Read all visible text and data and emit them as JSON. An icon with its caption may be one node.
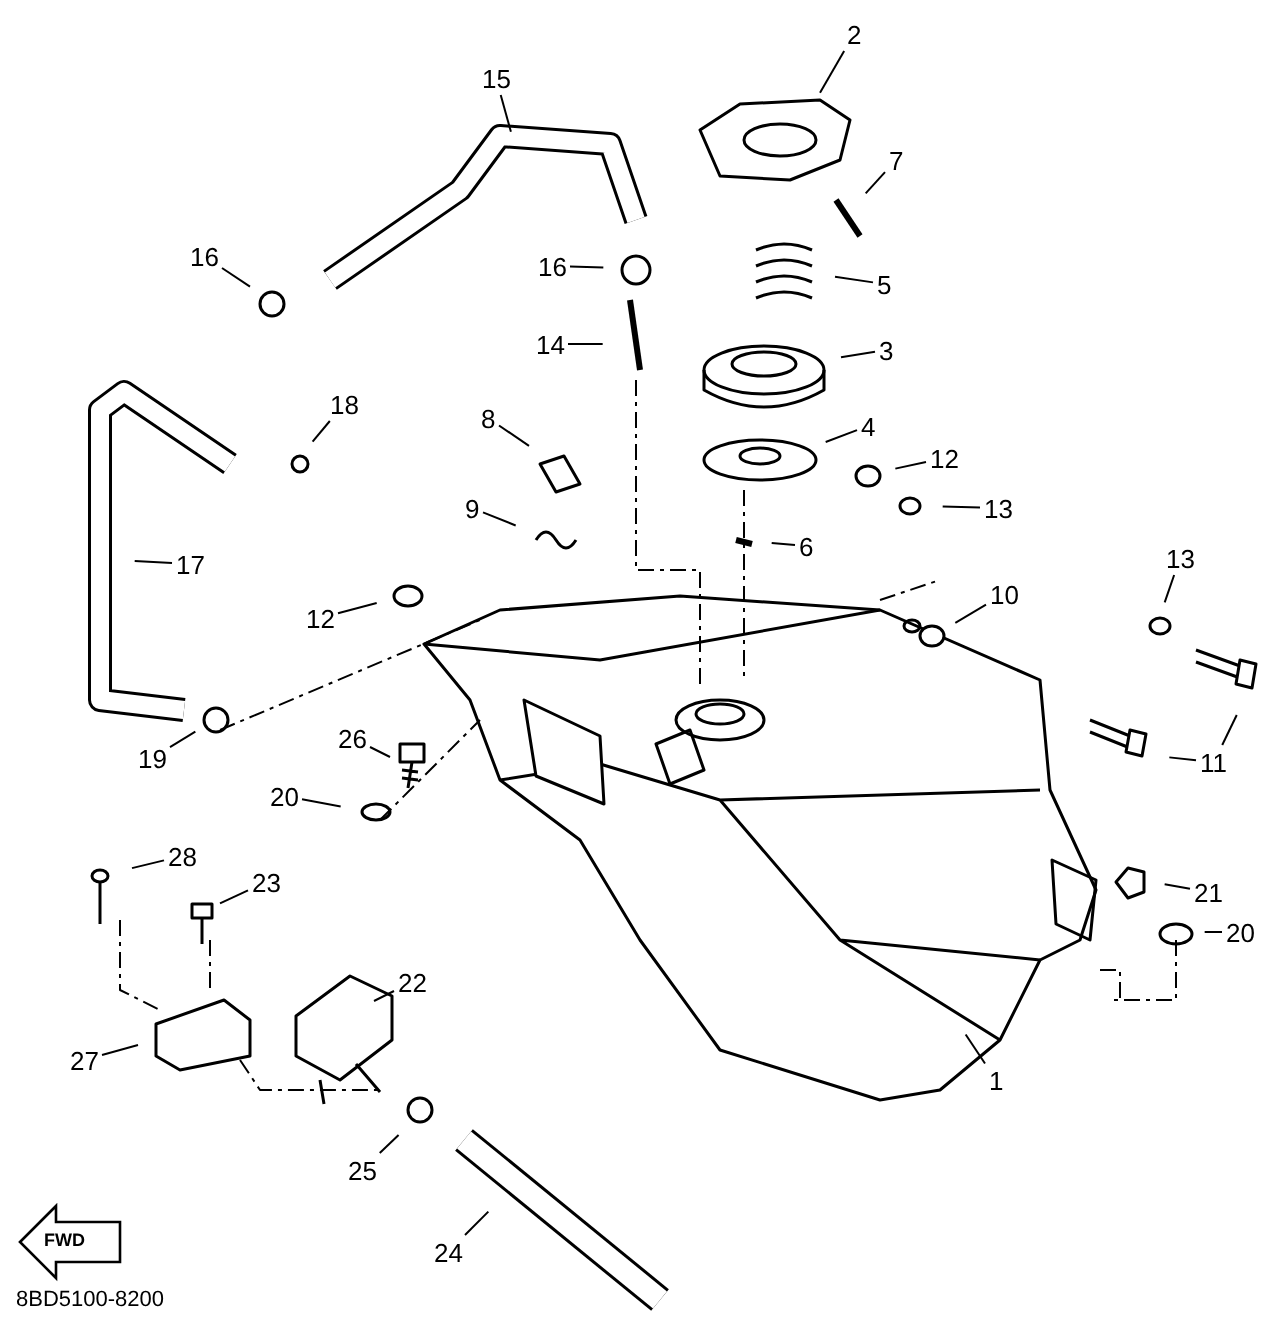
{
  "diagram": {
    "nodes": [
      {
        "text": [
          "2"
        ]
      },
      {
        "text": [
          "15"
        ]
      },
      {
        "text": [
          "7"
        ]
      },
      {
        "text": [
          "16"
        ]
      },
      {
        "text": [
          "16"
        ]
      },
      {
        "text": [
          "5"
        ]
      },
      {
        "text": [
          "14"
        ]
      },
      {
        "text": [
          "3"
        ]
      },
      {
        "text": [
          "18"
        ]
      },
      {
        "text": [
          "8"
        ]
      },
      {
        "text": [
          "4"
        ]
      },
      {
        "text": [
          "12"
        ]
      },
      {
        "text": [
          "9"
        ]
      },
      {
        "text": [
          "13"
        ]
      },
      {
        "text": [
          "6"
        ]
      },
      {
        "text": [
          "13"
        ]
      },
      {
        "text": [
          "17"
        ]
      },
      {
        "text": [
          "10"
        ]
      },
      {
        "text": [
          "12"
        ]
      },
      {
        "text": [
          "26"
        ]
      },
      {
        "text": [
          "19"
        ]
      },
      {
        "text": [
          "11"
        ]
      },
      {
        "text": [
          "20"
        ]
      },
      {
        "text": [
          "28"
        ]
      },
      {
        "text": [
          "23"
        ]
      },
      {
        "text": [
          "21"
        ]
      },
      {
        "text": [
          "20"
        ]
      },
      {
        "text": [
          "22"
        ]
      },
      {
        "text": [
          "27"
        ]
      },
      {
        "text": [
          "1"
        ]
      },
      {
        "text": [
          "25"
        ]
      },
      {
        "text": [
          "24"
        ]
      }
    ],
    "edges": [
      {
        "from": 0,
        "to": null,
        "arrow": "none"
      },
      {
        "from": 1,
        "to": null,
        "arrow": "none"
      },
      {
        "from": 2,
        "to": null,
        "arrow": "none"
      },
      {
        "from": 3,
        "to": null,
        "arrow": "none"
      },
      {
        "from": 4,
        "to": null,
        "arrow": "none"
      },
      {
        "from": 5,
        "to": null,
        "arrow": "none"
      },
      {
        "from": 6,
        "to": null,
        "arrow": "none"
      },
      {
        "from": 7,
        "to": null,
        "arrow": "none"
      },
      {
        "from": 8,
        "to": null,
        "arrow": "none"
      },
      {
        "from": 9,
        "to": null,
        "arrow": "none"
      },
      {
        "from": 10,
        "to": null,
        "arrow": "none"
      },
      {
        "from": 11,
        "to": null,
        "arrow": "none"
      },
      {
        "from": 12,
        "to": null,
        "arrow": "none"
      },
      {
        "from": 13,
        "to": null,
        "arrow": "none"
      },
      {
        "from": 14,
        "to": null,
        "arrow": "none"
      },
      {
        "from": 15,
        "to": null,
        "arrow": "none"
      },
      {
        "from": 16,
        "to": null,
        "arrow": "none"
      },
      {
        "from": 17,
        "to": null,
        "arrow": "none"
      },
      {
        "from": 18,
        "to": null,
        "arrow": "none"
      },
      {
        "from": 19,
        "to": null,
        "arrow": "none"
      },
      {
        "from": 20,
        "to": null,
        "arrow": "none"
      },
      {
        "from": 21,
        "to": null,
        "arrow": "none"
      },
      {
        "from": 21,
        "to": null,
        "arrow": "none"
      },
      {
        "from": 22,
        "to": null,
        "arrow": "none"
      },
      {
        "from": 23,
        "to": null,
        "arrow": "none"
      },
      {
        "from": 24,
        "to": null,
        "arrow": "none"
      },
      {
        "from": 25,
        "to": null,
        "arrow": "none"
      },
      {
        "from": 26,
        "to": null,
        "arrow": "none"
      },
      {
        "from": 27,
        "to": null,
        "arrow": "none"
      },
      {
        "from": 28,
        "to": null,
        "arrow": "none"
      },
      {
        "from": 29,
        "to": null,
        "arrow": "none"
      },
      {
        "from": 30,
        "to": null,
        "arrow": "none"
      },
      {
        "from": 31,
        "to": null,
        "arrow": "none"
      }
    ],
    "labels": [
      "FWD",
      "8BD5100-8200"
    ]
  }
}
